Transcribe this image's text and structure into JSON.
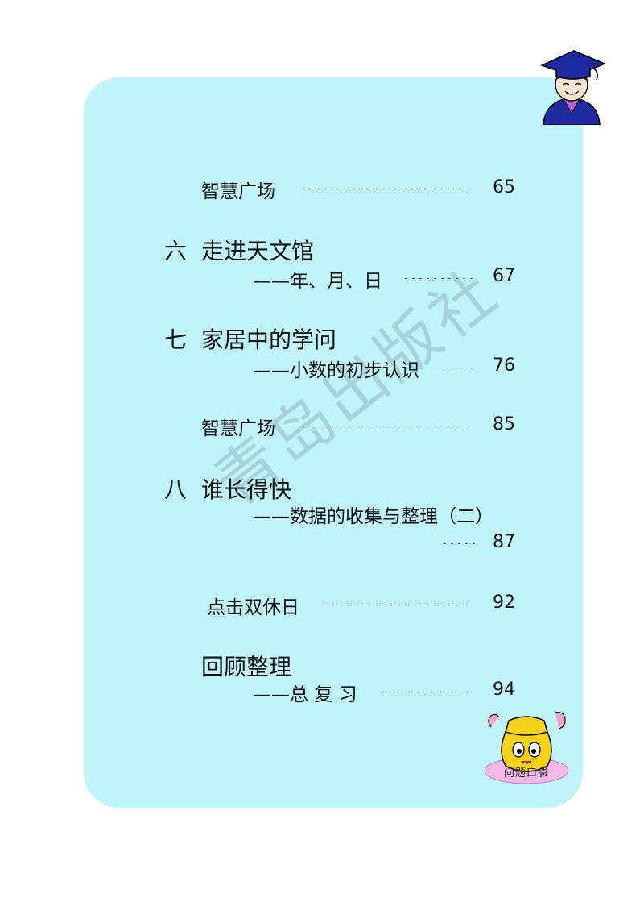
{
  "watermark": "青岛出版社",
  "entries": [
    {
      "title": "智慧广场",
      "page": "65"
    },
    {
      "chapter_num": "六",
      "chapter_title": "走进天文馆",
      "subtitle": "——年、月、日",
      "page": "67"
    },
    {
      "chapter_num": "七",
      "chapter_title": "家居中的学问",
      "subtitle": "——小数的初步认识",
      "page": "76"
    },
    {
      "title": "智慧广场",
      "page": "85"
    },
    {
      "chapter_num": "八",
      "chapter_title": "谁长得快",
      "subtitle": "——数据的收集与整理（二）",
      "page": "87"
    },
    {
      "title": "点击双休日",
      "page": "92"
    },
    {
      "chapter_title": "回顾整理",
      "subtitle": "——总 复 习",
      "page": "94"
    }
  ],
  "pocket": {
    "label": "问题口袋"
  },
  "colors": {
    "panel": "#bff4fa",
    "cap": "#1f2aa0",
    "pocket": "#f6d31a"
  }
}
